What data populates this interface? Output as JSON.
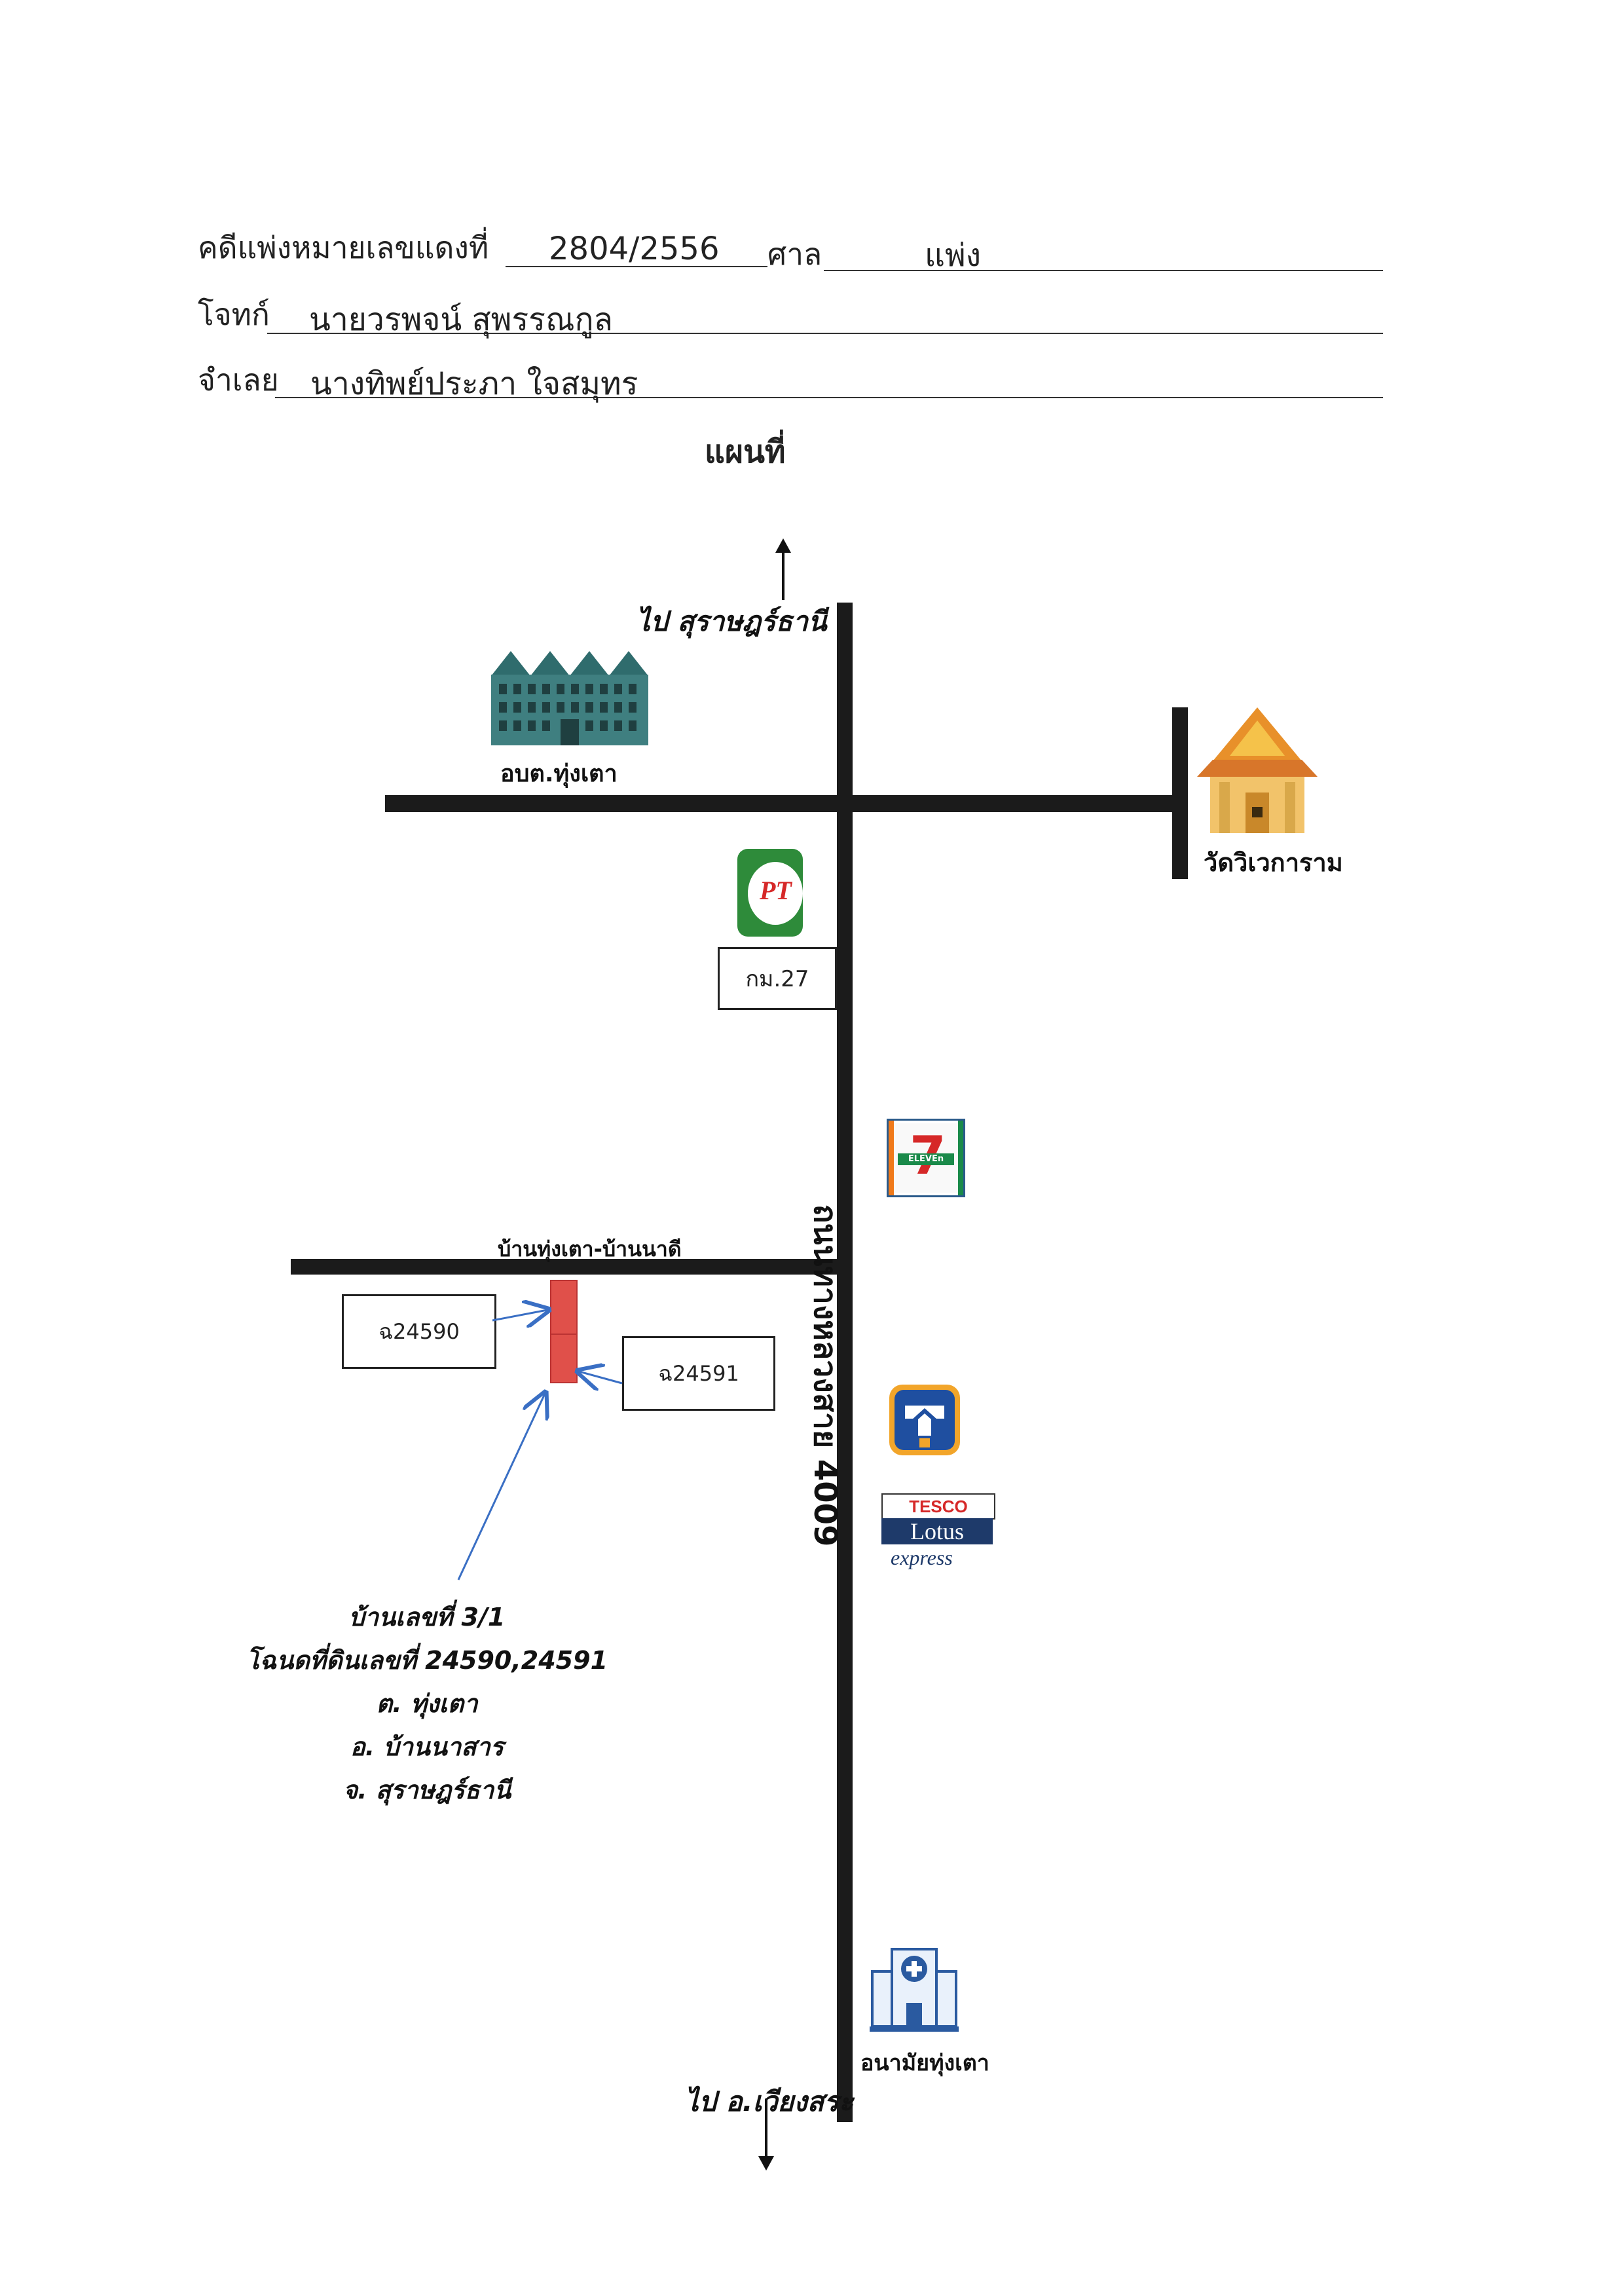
{
  "header": {
    "case_label": "คดีแพ่งหมายเลขแดงที่",
    "case_number": "2804/2556",
    "court_label": "ศาล",
    "court_value": "แพ่ง",
    "plaintiff_label": "โจทก์",
    "plaintiff_value": "นายวรพจน์  สุพรรณกูล",
    "defendant_label": "จำเลย",
    "defendant_value": "นางทิพย์ประภา  ใจสมุทร"
  },
  "map": {
    "title": "แผนที่",
    "north_label": "ไป สุราษฎร์ธานี",
    "south_label": "ไป อ.เวียงสระ",
    "main_road_label": "ถนนทางหลวงสาย 4009",
    "side_road_label": "บ้านทุ่งเตา-บ้านนาดี",
    "landmarks": {
      "sao": "อบต.ทุ่งเตา",
      "temple": "วัดวิเวการาม",
      "km_marker": "กม.27",
      "health_center": "อนามัยทุ่งเตา",
      "pt_logo": "PT",
      "seven_logo_num": "7",
      "seven_logo_text": "ELEVEn",
      "tesco_top": "TESCO",
      "tesco_mid": "Lotus",
      "tesco_bottom": "express"
    },
    "deeds": {
      "deed1": "ฉ24590",
      "deed2": "ฉ24591"
    },
    "address": {
      "line1": "บ้านเลขที่ 3/1",
      "line2": "โฉนดที่ดินเลขที่ 24590,24591",
      "line3": "ต. ทุ่งเตา",
      "line4": "อ. บ้านนาสาร",
      "line5": "จ. สุราษฎร์ธานี"
    }
  },
  "colors": {
    "road": "#1b1b1b",
    "plot": "#e0504a",
    "arrow": "#3a6fc4",
    "building": "#3f7f80",
    "temple_roof": "#e8902a",
    "pt_green": "#2e8b3a",
    "seven_orange": "#f07a1a",
    "seven_green": "#1a8a4a"
  }
}
